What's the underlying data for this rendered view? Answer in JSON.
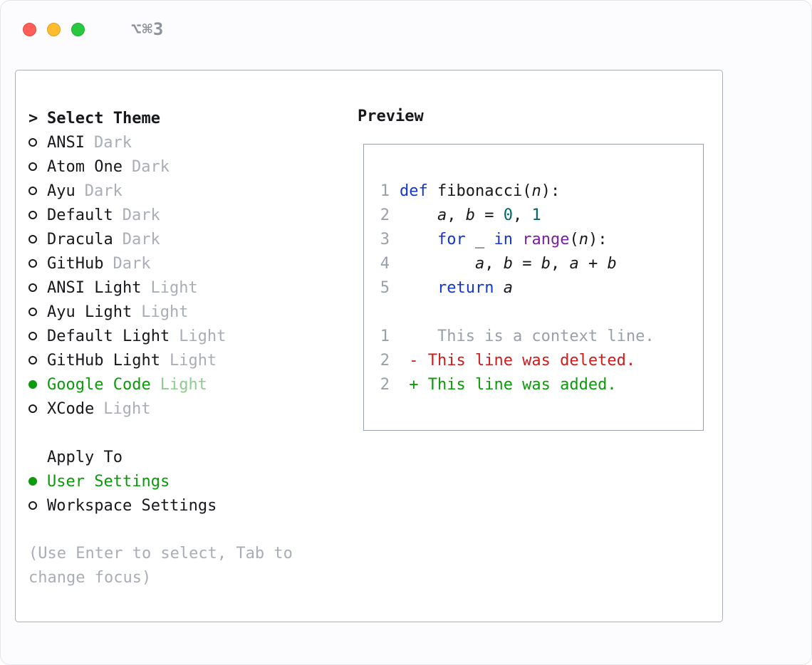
{
  "window": {
    "shortcut": "⌥⌘3"
  },
  "selector": {
    "prompt": ">",
    "title": "Select Theme",
    "items": [
      {
        "name": "ANSI",
        "variant": "Dark",
        "selected": false
      },
      {
        "name": "Atom One",
        "variant": "Dark",
        "selected": false
      },
      {
        "name": "Ayu",
        "variant": "Dark",
        "selected": false
      },
      {
        "name": "Default",
        "variant": "Dark",
        "selected": false
      },
      {
        "name": "Dracula",
        "variant": "Dark",
        "selected": false
      },
      {
        "name": "GitHub",
        "variant": "Dark",
        "selected": false
      },
      {
        "name": "ANSI Light",
        "variant": "Light",
        "selected": false
      },
      {
        "name": "Ayu Light",
        "variant": "Light",
        "selected": false
      },
      {
        "name": "Default Light",
        "variant": "Light",
        "selected": false
      },
      {
        "name": "GitHub Light",
        "variant": "Light",
        "selected": false
      },
      {
        "name": "Google Code",
        "variant": "Light",
        "selected": true
      },
      {
        "name": "XCode",
        "variant": "Light",
        "selected": false
      }
    ]
  },
  "apply": {
    "title": "Apply To",
    "options": [
      {
        "label": "User Settings",
        "selected": true
      },
      {
        "label": "Workspace Settings",
        "selected": false
      }
    ]
  },
  "hint": "(Use Enter to select, Tab to change focus)",
  "preview": {
    "title": "Preview",
    "code_lines": [
      {
        "num": "1",
        "tokens": [
          {
            "t": "def",
            "c": "kw"
          },
          {
            "t": " ",
            "c": "pln"
          },
          {
            "t": "fibonacci(",
            "c": "pln"
          },
          {
            "t": "n",
            "c": "var"
          },
          {
            "t": "):",
            "c": "pln"
          }
        ]
      },
      {
        "num": "2",
        "tokens": [
          {
            "t": "    ",
            "c": "pln"
          },
          {
            "t": "a",
            "c": "var"
          },
          {
            "t": ", ",
            "c": "pln"
          },
          {
            "t": "b",
            "c": "var"
          },
          {
            "t": " = ",
            "c": "pln"
          },
          {
            "t": "0",
            "c": "lit"
          },
          {
            "t": ", ",
            "c": "pln"
          },
          {
            "t": "1",
            "c": "lit"
          }
        ]
      },
      {
        "num": "3",
        "tokens": [
          {
            "t": "    ",
            "c": "pln"
          },
          {
            "t": "for",
            "c": "kw"
          },
          {
            "t": " _ ",
            "c": "pln"
          },
          {
            "t": "in",
            "c": "kw"
          },
          {
            "t": " ",
            "c": "pln"
          },
          {
            "t": "range",
            "c": "typ"
          },
          {
            "t": "(",
            "c": "pln"
          },
          {
            "t": "n",
            "c": "var"
          },
          {
            "t": "):",
            "c": "pln"
          }
        ]
      },
      {
        "num": "4",
        "tokens": [
          {
            "t": "        ",
            "c": "pln"
          },
          {
            "t": "a",
            "c": "var"
          },
          {
            "t": ", ",
            "c": "pln"
          },
          {
            "t": "b",
            "c": "var"
          },
          {
            "t": " = ",
            "c": "pln"
          },
          {
            "t": "b",
            "c": "var"
          },
          {
            "t": ", ",
            "c": "pln"
          },
          {
            "t": "a",
            "c": "var"
          },
          {
            "t": " + ",
            "c": "pln"
          },
          {
            "t": "b",
            "c": "var"
          }
        ]
      },
      {
        "num": "5",
        "tokens": [
          {
            "t": "    ",
            "c": "pln"
          },
          {
            "t": "return",
            "c": "kw"
          },
          {
            "t": " ",
            "c": "pln"
          },
          {
            "t": "a",
            "c": "var"
          }
        ]
      }
    ],
    "diff_lines": [
      {
        "num": "1",
        "text": "    This is a context line.",
        "type": "context"
      },
      {
        "num": "2",
        "text": " - This line was deleted.",
        "type": "deleted"
      },
      {
        "num": "2",
        "text": " + This line was added.",
        "type": "added"
      }
    ]
  },
  "colors": {
    "accent_green": "#0a9a0a",
    "selected_variant_green": "#8fcb8f",
    "keyword_blue": "#1436cf",
    "builtin_purple": "#7b1fa2",
    "number_teal": "#006666",
    "diff_red": "#d01b1b",
    "diff_green": "#0a9a0a",
    "muted_gray": "#a9aeb6",
    "line_number_gray": "#9aa0a8",
    "text_black": "#17181b",
    "traffic_red": "#ff5f57",
    "traffic_yellow": "#febc2e",
    "traffic_green": "#28c840"
  }
}
